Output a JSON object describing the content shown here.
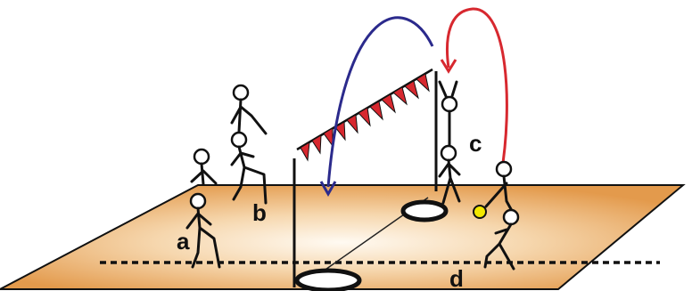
{
  "labels": {
    "a": "a",
    "b": "b",
    "c": "c",
    "d": "d"
  },
  "colors": {
    "court_edge": "#e7a55c",
    "court_center": "#fff6ea",
    "flag_red": "#d7282f",
    "pass_arrow_blue": "#2b2a8c",
    "pass_arrow_red": "#d7282f",
    "ball_yellow": "#f3e800",
    "line_black": "#111111"
  },
  "icons": {
    "ball": "ball-icon",
    "hoop": "hoop-ring-icon"
  }
}
